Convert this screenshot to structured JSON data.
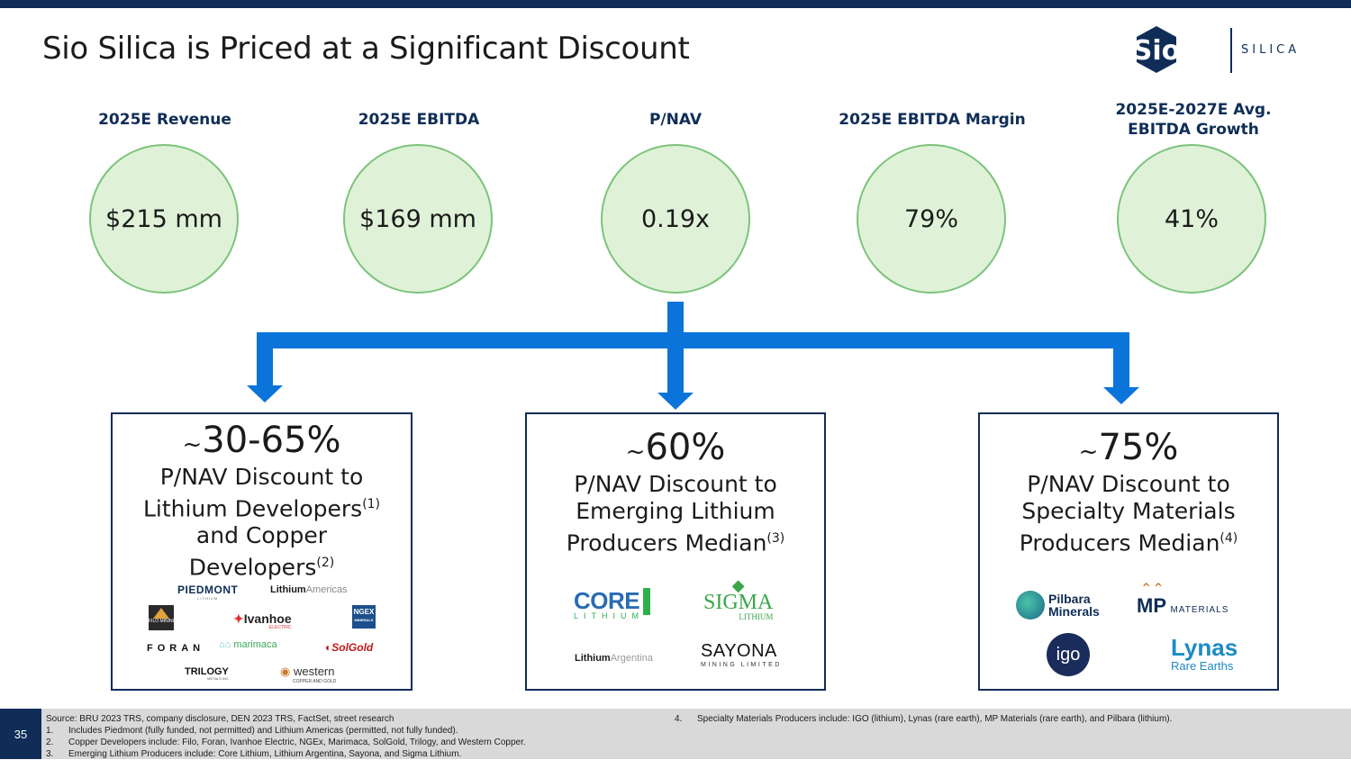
{
  "title": "Sio Silica is Priced at a Significant Discount",
  "logo": {
    "mark": "Sio",
    "word": "SILICA"
  },
  "metrics": [
    {
      "label": "2025E Revenue",
      "value": "$215 mm"
    },
    {
      "label": "2025E EBITDA",
      "value": "$169 mm"
    },
    {
      "label": "P/NAV",
      "value": "0.19x"
    },
    {
      "label": "2025E EBITDA Margin",
      "value": "79%"
    },
    {
      "label_line1": "2025E-2027E Avg.",
      "label_line2": "EBITDA Growth",
      "value": "41%"
    }
  ],
  "boxes": [
    {
      "tilde": "~",
      "discount": "30-65%",
      "line1": "P/NAV Discount to",
      "line2": "Lithium Developers",
      "sup2": "(1)",
      "line3": "and Copper",
      "line4": "Developers",
      "sup4": "(2)",
      "logos": [
        "PIEDMONT",
        "Lithium",
        "Americas",
        "FILO MINING",
        "Ivanhoe",
        "ELECTRIC",
        "NGEX",
        "MINERALS",
        "FORAN",
        "marimaca",
        "SolGold",
        "TRILOGY",
        "METALS INC",
        "western",
        "COPPER AND GOLD",
        "LITHIUM"
      ]
    },
    {
      "tilde": "~",
      "discount": "60%",
      "line1": "P/NAV Discount to",
      "line2": "Emerging Lithium",
      "line3": "Producers Median",
      "sup3": "(3)",
      "logos": [
        "CORE",
        "LITHIUM",
        "SIGMA",
        "LITHIUM",
        "Lithium",
        "Argentina",
        "SAYONA",
        "MINING LIMITED"
      ]
    },
    {
      "tilde": "~",
      "discount": "75%",
      "line1": "P/NAV Discount to",
      "line2": "Specialty Materials",
      "line3": "Producers Median",
      "sup3": "(4)",
      "logos": [
        "Pilbara",
        "Minerals",
        "MP",
        "MATERIALS",
        "igo",
        "Lynas",
        "Rare Earths"
      ]
    }
  ],
  "footer": {
    "page": "35",
    "source": "Source: BRU 2023 TRS, company disclosure, DEN 2023 TRS, FactSet, street research",
    "notes": [
      {
        "n": "1.",
        "text": "Includes Piedmont (fully funded, not permitted) and Lithium Americas (permitted, not fully funded)."
      },
      {
        "n": "2.",
        "text": "Copper Developers include: Filo, Foran, Ivanhoe Electric, NGEx, Marimaca, SolGold, Trilogy, and Western Copper."
      },
      {
        "n": "3.",
        "text": "Emerging Lithium Producers include: Core Lithium, Lithium Argentina, Sayona, and Sigma Lithium."
      },
      {
        "n": "4.",
        "text": "Specialty Materials Producers include: IGO (lithium), Lynas (rare earth), MP Materials (rare earth), and Pilbara (lithium)."
      }
    ]
  },
  "colors": {
    "navy": "#0f2d57",
    "arrow_blue": "#0a74da",
    "circle_fill": "#dff2d8",
    "circle_border": "#7cc37a",
    "footer_grey": "#d9d9d9"
  }
}
